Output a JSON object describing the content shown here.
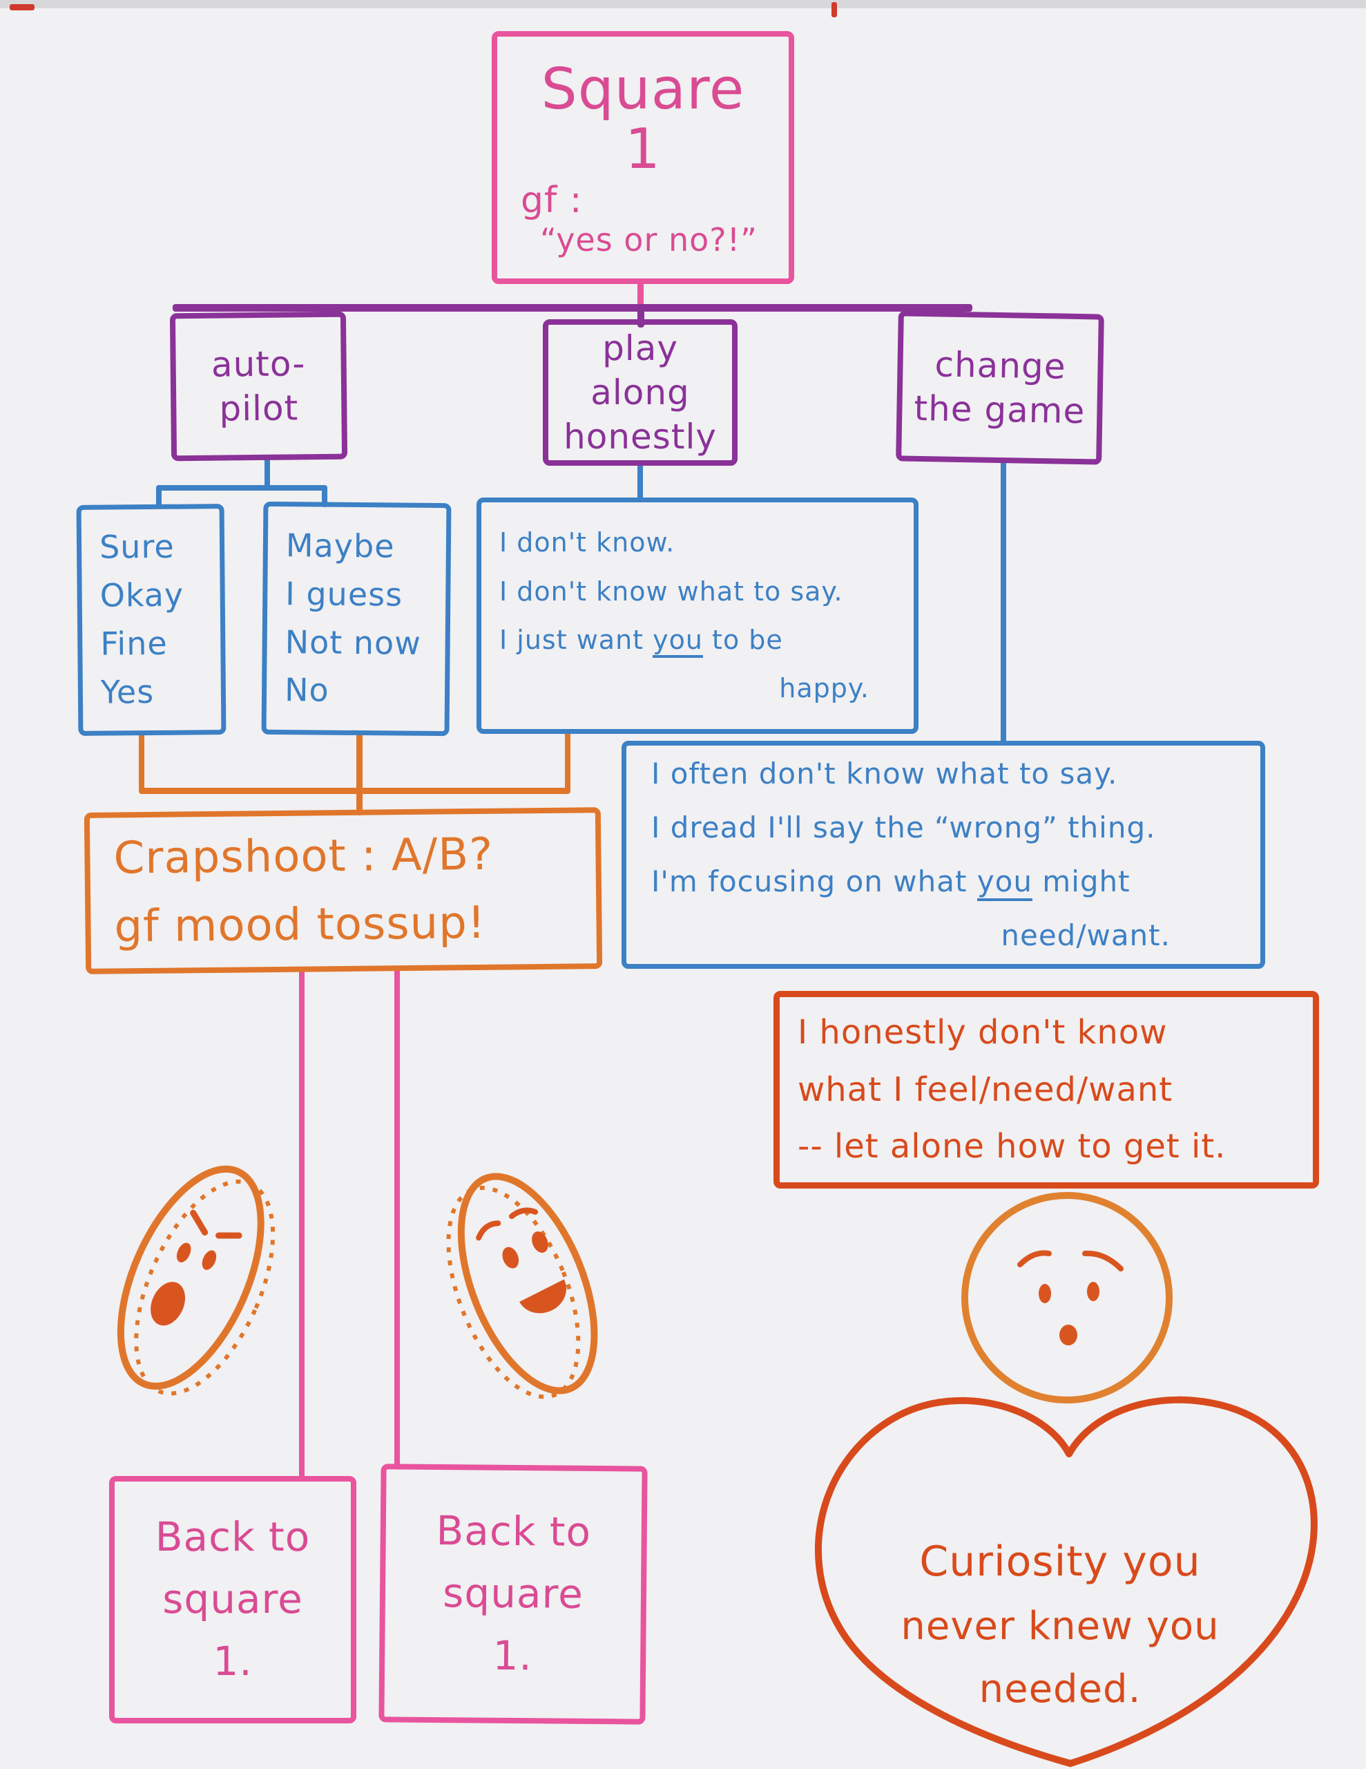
{
  "palette": {
    "pink": "#e8549e",
    "purple": "#8a3298",
    "blue": "#3c80c5",
    "orange": "#e0762b",
    "red_orange": "#d84a1c",
    "paper": "#f1f0f2"
  },
  "boxes": {
    "square1": {
      "word": "Square",
      "number": "1",
      "gf_label": "gf :",
      "quote": "“yes or no?!”"
    },
    "autopilot": {
      "l1": "auto-",
      "l2": "pilot"
    },
    "play_along": {
      "l1": "play",
      "l2": "along",
      "l3": "honestly"
    },
    "change_game": {
      "l1": "change",
      "l2": "the game"
    },
    "sure": {
      "l1": "Sure",
      "l2": "Okay",
      "l3": "Fine",
      "l4": "Yes"
    },
    "maybe": {
      "l1": "Maybe",
      "l2": "I guess",
      "l3": "Not now",
      "l4": "No"
    },
    "idk": {
      "l1": "I don't know.",
      "l2": "I don't know what to say.",
      "l3_pre": "I just want ",
      "l3_u": "you",
      "l3_post": " to be",
      "l4": "happy."
    },
    "often": {
      "l1": "I often don't know what to say.",
      "l2": "I dread I'll say the “wrong” thing.",
      "l3_pre": "I'm focusing on what ",
      "l3_u": "you",
      "l3_post": " might",
      "l4": "need/want."
    },
    "crapshoot": {
      "l1": "Crapshoot : A/B?",
      "l2": "gf mood tossup!"
    },
    "honest_note": {
      "l1": "I honestly don't know",
      "l2": "what I feel/need/want",
      "l3": "-- let alone how to get it."
    },
    "back1": {
      "l1": "Back to",
      "l2": "square",
      "l3": "1."
    },
    "back2": {
      "l1": "Back to",
      "l2": "square",
      "l3": "1."
    }
  },
  "heart": {
    "l1": "Curiosity you",
    "l2": "never knew you",
    "l3": "needed."
  },
  "icons": {
    "left_coin": "angry-coin-icon",
    "right_coin": "happy-coin-icon",
    "face": "worried-face-icon",
    "heart": "heart-icon"
  }
}
